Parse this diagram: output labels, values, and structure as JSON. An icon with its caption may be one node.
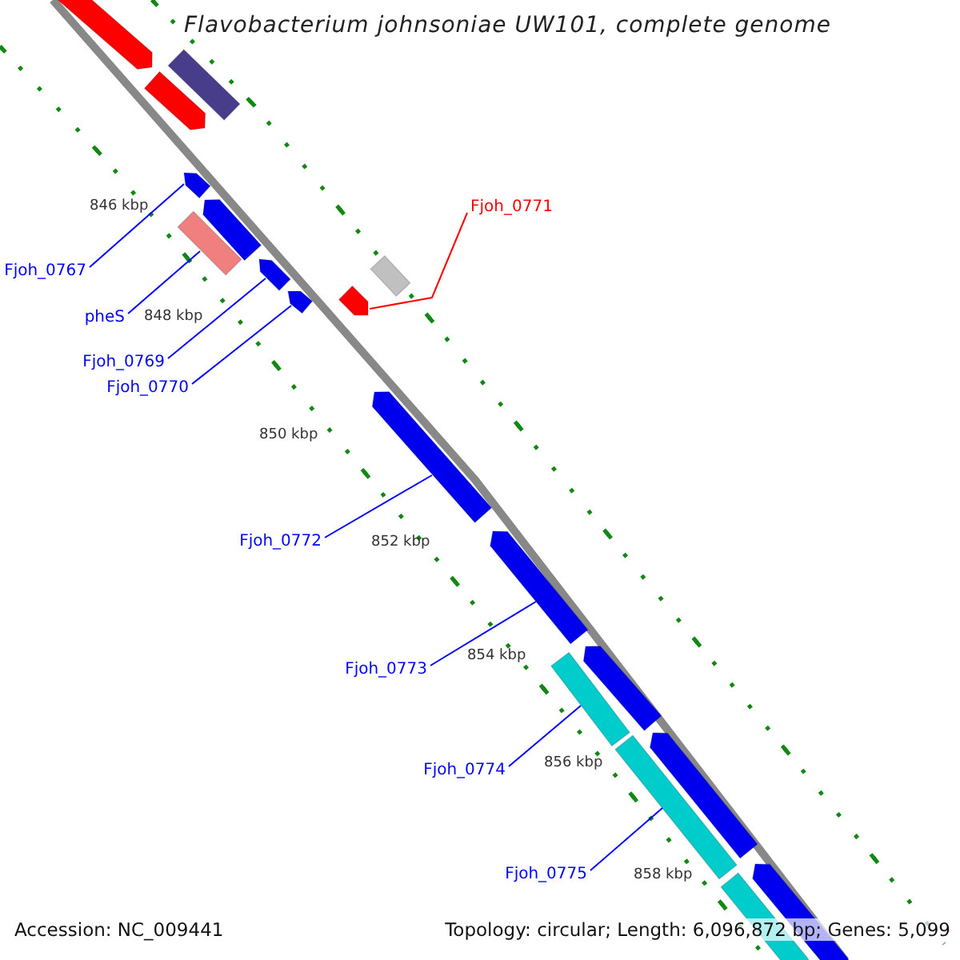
{
  "diagram": {
    "title": "Flavobacterium johnsoniae UW101, complete genome",
    "nodes": [
      {
        "text": [
          "Fjoh_0771"
        ]
      },
      {
        "text": [
          "Fjoh_0767"
        ]
      },
      {
        "text": [
          "pheS"
        ]
      },
      {
        "text": [
          "Fjoh_0769"
        ]
      },
      {
        "text": [
          "Fjoh_0770"
        ]
      },
      {
        "text": [
          "Fjoh_0772"
        ]
      },
      {
        "text": [
          "Fjoh_0773"
        ]
      },
      {
        "text": [
          "Fjoh_0774"
        ]
      },
      {
        "text": [
          "Fjoh_0775"
        ]
      },
      {
        "text": [],
        "shape": "bar"
      },
      {
        "text": [],
        "shape": "bar"
      },
      {
        "text": [],
        "shape": "bar"
      },
      {
        "text": [],
        "shape": "bar"
      },
      {
        "text": [],
        "shape": "bar"
      },
      {
        "text": [],
        "shape": "bar"
      },
      {
        "text": [],
        "shape": "bar"
      },
      {
        "text": [],
        "shape": "bar"
      },
      {
        "text": [],
        "shape": "bar"
      },
      {
        "text": [],
        "shape": "bar"
      },
      {
        "text": [],
        "shape": "bar"
      },
      {
        "text": [],
        "shape": "bar"
      },
      {
        "text": [],
        "shape": "bar"
      },
      {
        "text": [],
        "shape": "bar"
      },
      {
        "text": [],
        "shape": "bar"
      },
      {
        "text": [],
        "shape": "bar"
      },
      {
        "text": [],
        "shape": "bar"
      },
      {
        "text": [],
        "shape": "bar"
      }
    ],
    "edges": [
      {
        "from": 0,
        "to": 18,
        "arrow": "none",
        "color": "#ff0000"
      },
      {
        "from": 1,
        "to": 12,
        "arrow": "none"
      },
      {
        "from": 2,
        "to": 14,
        "arrow": "none"
      },
      {
        "from": 3,
        "to": 15,
        "arrow": "none"
      },
      {
        "from": 4,
        "to": 17,
        "arrow": "none"
      },
      {
        "from": 5,
        "to": 19,
        "arrow": "none"
      },
      {
        "from": 6,
        "to": 20,
        "arrow": "none"
      },
      {
        "from": 7,
        "to": 22,
        "arrow": "none"
      },
      {
        "from": 8,
        "to": 24,
        "arrow": "none"
      }
    ],
    "labels": [
      "846 kbp",
      "848 kbp",
      "850 kbp",
      "852 kbp",
      "854 kbp",
      "856 kbp",
      "858 kbp",
      "Accession: NC_009441",
      "Topology: circular; Length: 6,096,872 bp; Genes: 5,099"
    ]
  }
}
